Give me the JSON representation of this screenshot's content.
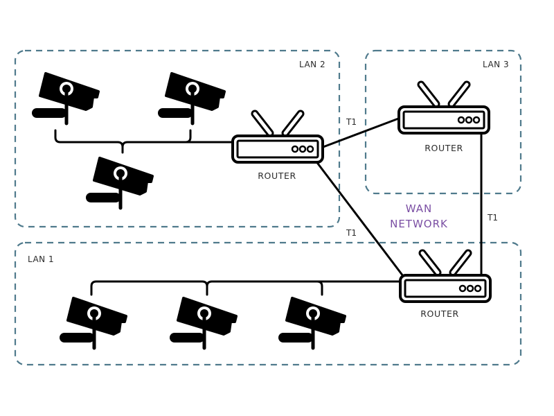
{
  "diagram": {
    "type": "network-topology",
    "wan": {
      "label_line1": "WAN",
      "label_line2": "NETWORK",
      "color": "#7a4ea3"
    },
    "lans": [
      {
        "id": "lan1",
        "label": "LAN 1",
        "camera_count": 3
      },
      {
        "id": "lan2",
        "label": "LAN 2",
        "camera_count": 3
      },
      {
        "id": "lan3",
        "label": "LAN 3",
        "camera_count": 0
      }
    ],
    "routers": [
      {
        "id": "router-lan2",
        "label": "ROUTER"
      },
      {
        "id": "router-lan3",
        "label": "ROUTER"
      },
      {
        "id": "router-lan1",
        "label": "ROUTER"
      }
    ],
    "links": [
      {
        "from": "router-lan2",
        "to": "router-lan3",
        "label": "T1"
      },
      {
        "from": "router-lan2",
        "to": "router-lan1",
        "label": "T1"
      },
      {
        "from": "router-lan3",
        "to": "router-lan1",
        "label": "T1"
      }
    ],
    "colors": {
      "lan_border": "#4f7a8c",
      "icon": "#000000",
      "text": "#2a2a2a"
    }
  }
}
